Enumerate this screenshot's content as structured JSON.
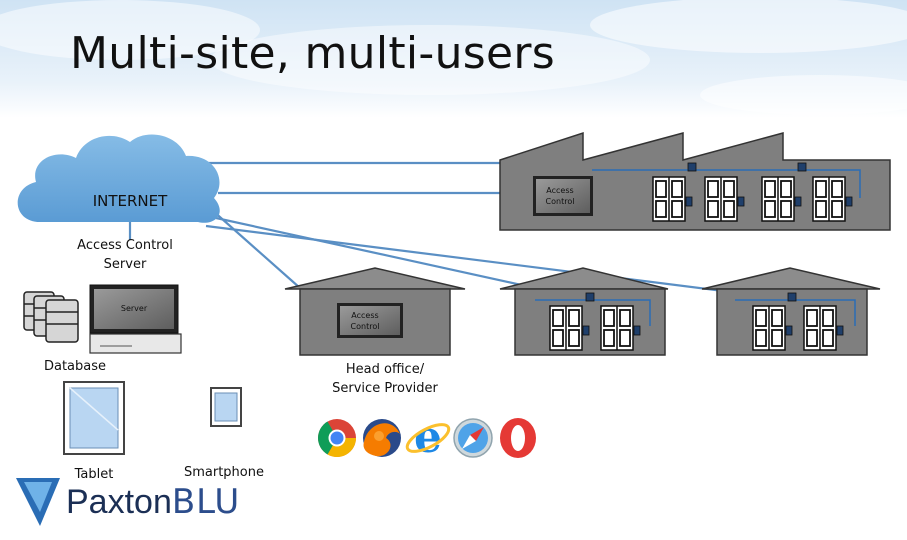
{
  "slide": {
    "title": "Multi-site, multi-users"
  },
  "labels": {
    "internet": "INTERNET",
    "access_control_server_line1": "Access Control",
    "access_control_server_line2": "Server",
    "server_screen": "Server",
    "database": "Database",
    "tablet": "Tablet",
    "smartphone": "Smartphone",
    "head_office_line1": "Head office/",
    "head_office_line2": "Service Provider",
    "access_control_screen_line1": "Access",
    "access_control_screen_line2": "Control"
  },
  "browsers": [
    "chrome-icon",
    "firefox-icon",
    "internet-explorer-icon",
    "safari-icon",
    "opera-icon"
  ],
  "brand": {
    "name_part1": "Paxton",
    "name_part2": "BLU"
  },
  "colors": {
    "connection_line": "#5a8fc4",
    "cloud": "#6fa8dc",
    "building_fill": "#7f7f7f",
    "building_stroke": "#333333",
    "wiring": "#2a6db5",
    "brand_navy": "#1b2f55"
  }
}
